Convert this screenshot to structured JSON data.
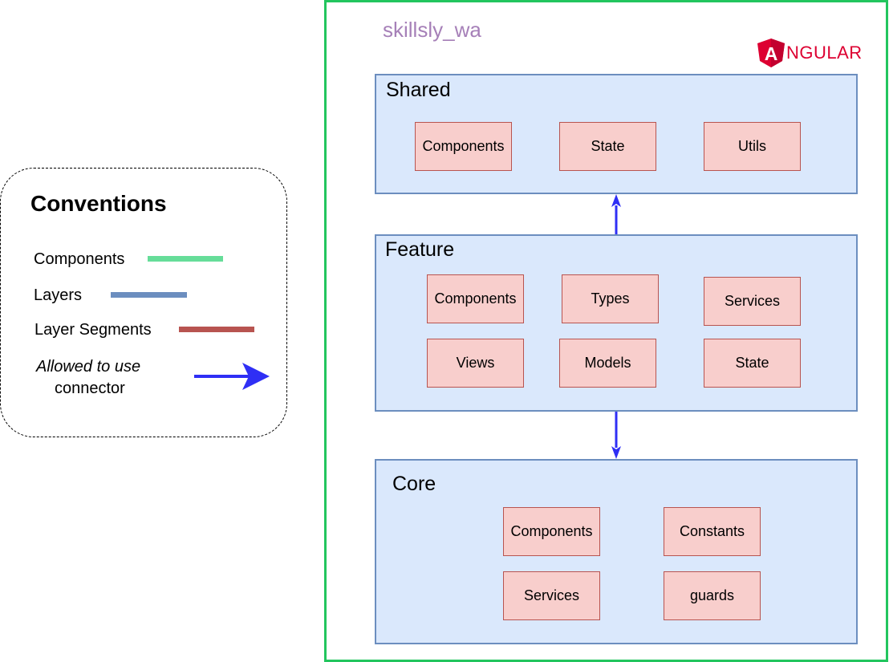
{
  "legend": {
    "title": "Conventions",
    "items": [
      {
        "label": "Components",
        "color": "#66dd99"
      },
      {
        "label": "Layers",
        "color": "#6c8ebf"
      },
      {
        "label": "Layer Segments",
        "color": "#b85450"
      }
    ],
    "connector": {
      "label_italic": "Allowed to use",
      "label_plain": "connector",
      "color": "#2f2ff5"
    }
  },
  "app": {
    "name": "skillsly_wa",
    "border_color": "#22c55e",
    "logo": {
      "letter": "A",
      "text": "NGULAR",
      "color": "#dd0031"
    }
  },
  "layers": {
    "shared": {
      "title": "Shared",
      "segments": [
        "Components",
        "State",
        "Utils"
      ]
    },
    "feature": {
      "title": "Feature",
      "segments": [
        "Components",
        "Types",
        "Services",
        "Views",
        "Models",
        "State"
      ]
    },
    "core": {
      "title": "Core",
      "segments": [
        "Components",
        "Constants",
        "Services",
        "guards"
      ]
    }
  },
  "colors": {
    "layer_fill": "#dae8fc",
    "layer_stroke": "#6c8ebf",
    "segment_fill": "#f8cecc",
    "segment_stroke": "#b85450",
    "arrow": "#2f2ff5"
  }
}
